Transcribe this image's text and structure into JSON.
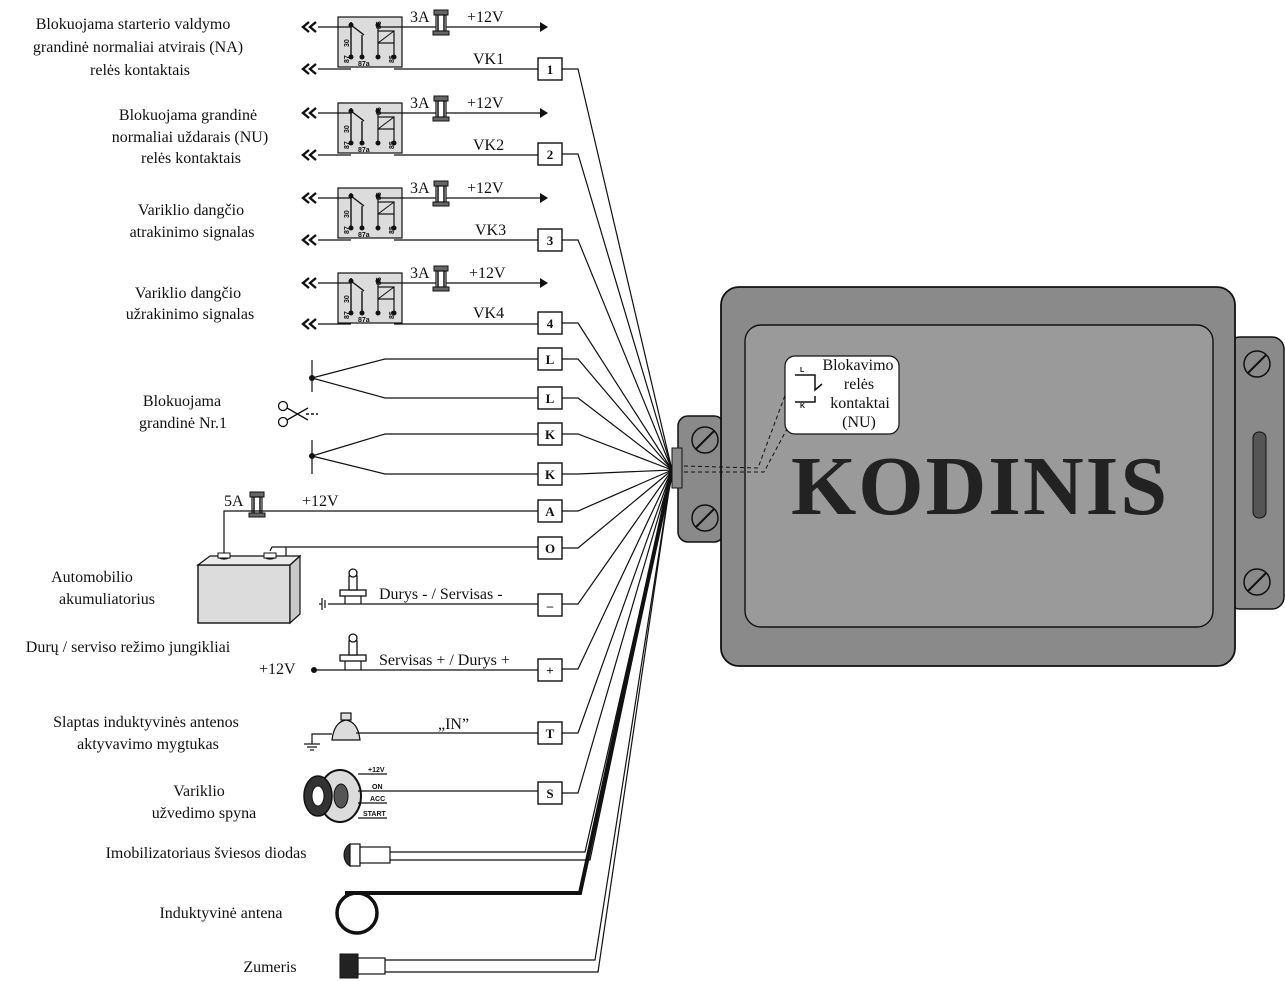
{
  "relays": [
    {
      "label_lines": [
        "Blokuojama starterio valdymo",
        "grandinė normaliai atvirais (NA)",
        "relės kontaktais"
      ],
      "fuse": "3A",
      "supply": "+12V",
      "wire": "VK1",
      "terminal": "1"
    },
    {
      "label_lines": [
        "Blokuojama grandinė",
        "normaliai uždarais (NU)",
        "relės kontaktais"
      ],
      "fuse": "3A",
      "supply": "+12V",
      "wire": "VK2",
      "terminal": "2"
    },
    {
      "label_lines": [
        "Variklio dangčio",
        "atrakinimo signalas"
      ],
      "fuse": "3A",
      "supply": "+12V",
      "wire": "VK3",
      "terminal": "3"
    },
    {
      "label_lines": [
        "Variklio dangčio",
        "užrakinimo signalas"
      ],
      "fuse": "3A",
      "supply": "+12V",
      "wire": "VK4",
      "terminal": "4"
    }
  ],
  "relay_pins": [
    "30",
    "86",
    "87",
    "87a",
    "85"
  ],
  "block_circuit": {
    "label_lines": [
      "Blokuojama",
      "grandinė Nr.1"
    ],
    "terminals": [
      "L",
      "L",
      "K",
      "K"
    ]
  },
  "battery": {
    "label_lines": [
      "Automobilio",
      "akumuliatorius"
    ],
    "fuse": "5A",
    "supply": "+12V",
    "terminals": [
      "A",
      "O"
    ]
  },
  "switches": {
    "label": "Durų / serviso režimo jungikliai",
    "minus_label": "Durys - / Servisas -",
    "plus_label": "Servisas + / Durys +",
    "supply": "+12V",
    "terminals": [
      "–",
      "+"
    ]
  },
  "secret_button": {
    "label_lines": [
      "Slaptas induktyvinės antenos",
      "aktyvavimo mygtukas"
    ],
    "wire": "„IN”",
    "terminal": "T"
  },
  "ignition": {
    "label_lines": [
      "Variklio",
      "užvedimo spyna"
    ],
    "positions": [
      "+12V",
      "ON",
      "ACC",
      "START"
    ],
    "terminal": "S"
  },
  "led": {
    "label": "Imobilizatoriaus šviesos diodas"
  },
  "antenna": {
    "label": "Induktyvinė antena"
  },
  "buzzer": {
    "label": "Zumeris"
  },
  "unit": {
    "title": "KODINIS",
    "relay_note_lines": [
      "Blokavimo",
      "relės",
      "kontaktai",
      "(NU)"
    ],
    "relay_pins": [
      "L",
      "K"
    ],
    "body_color": "#8a8a8a",
    "panel_color": "#9a9a9a"
  }
}
